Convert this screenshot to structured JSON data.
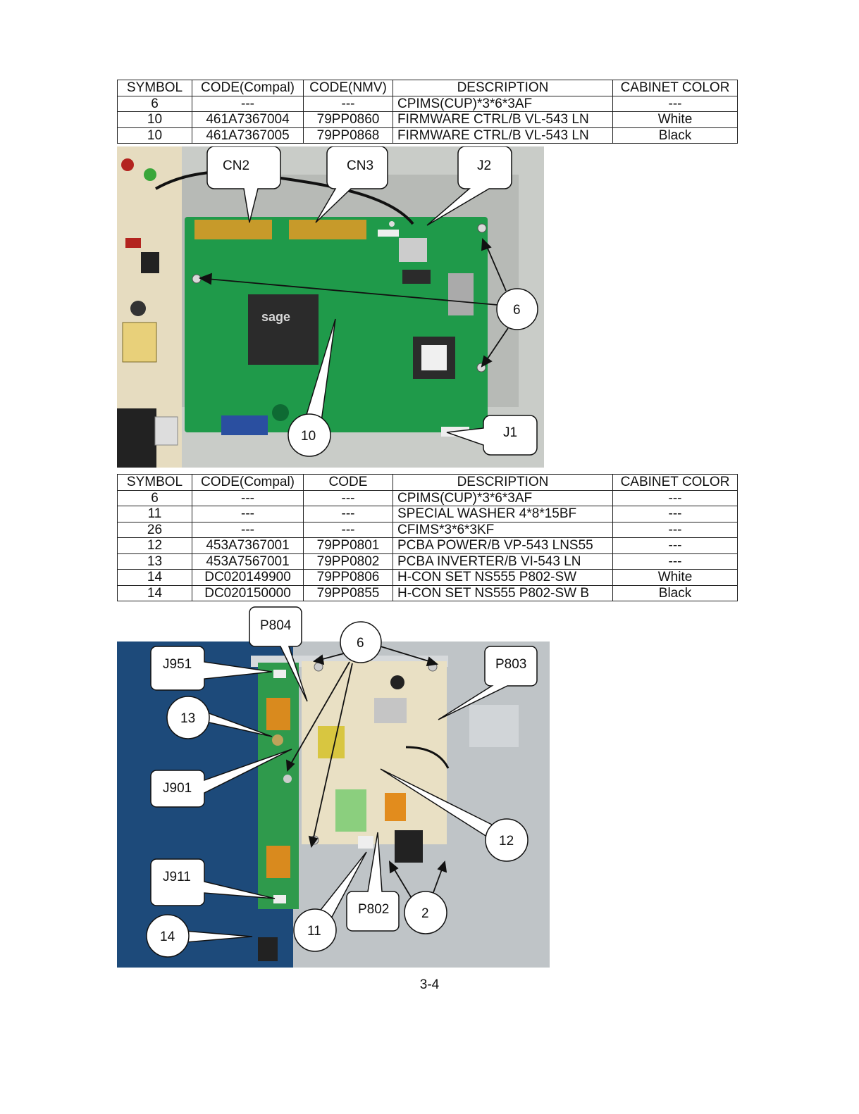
{
  "table1": {
    "headers": [
      "SYMBOL",
      "CODE(Compal)",
      "CODE(NMV)",
      "DESCRIPTION",
      "CABINET COLOR"
    ],
    "rows": [
      [
        "6",
        "---",
        "---",
        "CPIMS(CUP)*3*6*3AF",
        "---"
      ],
      [
        "10",
        "461A7367004",
        "79PP0860",
        "FIRMWARE CTRL/B VL-543 LN",
        "White"
      ],
      [
        "10",
        "461A7367005",
        "79PP0868",
        "FIRMWARE CTRL/B VL-543 LN",
        "Black"
      ]
    ]
  },
  "photo1": {
    "callouts": {
      "cn2": "CN2",
      "cn3": "CN3",
      "j2": "J2",
      "j1": "J1",
      "six": "6",
      "ten": "10"
    },
    "chip_text": "sage",
    "colors": {
      "board": "#1f9a4a",
      "chassis": "#c9ccc8",
      "connector": "#c79a2a"
    }
  },
  "table2": {
    "headers": [
      "SYMBOL",
      "CODE(Compal)",
      "CODE",
      "DESCRIPTION",
      "CABINET COLOR"
    ],
    "rows": [
      [
        "6",
        "---",
        "---",
        "CPIMS(CUP)*3*6*3AF",
        "---"
      ],
      [
        "11",
        "---",
        "---",
        "SPECIAL WASHER 4*8*15BF",
        "---"
      ],
      [
        "26",
        "---",
        "---",
        "CFIMS*3*6*3KF",
        "---"
      ],
      [
        "12",
        "453A7367001",
        "79PP0801",
        "PCBA POWER/B VP-543 LNS55",
        "---"
      ],
      [
        "13",
        "453A7567001",
        "79PP0802",
        "PCBA INVERTER/B VI-543 LN",
        "---"
      ],
      [
        "14",
        "DC020149900",
        "79PP0806",
        "H-CON SET NS555 P802-SW",
        "White"
      ],
      [
        "14",
        "DC020150000",
        "79PP0855",
        "H-CON SET NS555 P802-SW B",
        "Black"
      ]
    ]
  },
  "photo2": {
    "callouts": {
      "p804": "P804",
      "six": "6",
      "p803": "P803",
      "j951": "J951",
      "thirteen": "13",
      "j901": "J901",
      "twelve": "12",
      "j911": "J911",
      "p802": "P802",
      "two": "2",
      "fourteen": "14",
      "eleven": "11"
    },
    "colors": {
      "background": "#1d4a7a",
      "board": "#e9e0c4",
      "inverter": "#2f9a4c",
      "chassis": "#bfc4c7"
    }
  },
  "page_number": "3-4"
}
